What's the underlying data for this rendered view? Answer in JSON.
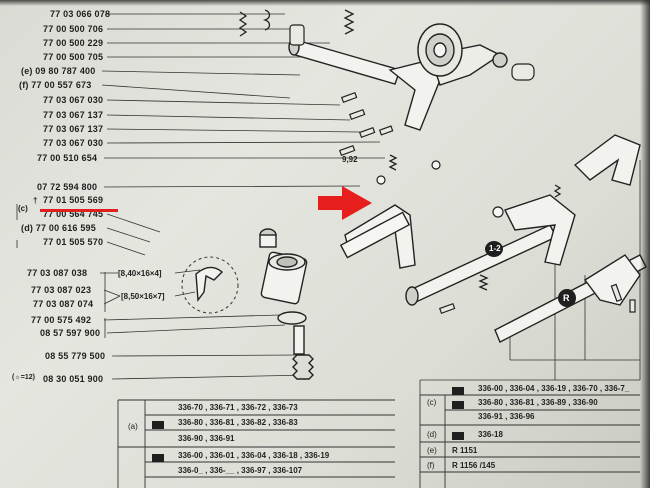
{
  "colors": {
    "paper": "#dfe1da",
    "ink": "#1f1f1f",
    "highlight": "#e0201d"
  },
  "part_numbers_left": [
    "77 03 066 078",
    "77 00 500 706",
    "77 00 500 229",
    "77 00 500 705",
    "(e) 09 80 787 400",
    "(f) 77 00 557 673",
    "77 03 067 030",
    "77 03 067 137",
    "77 03 067 137",
    "77 03 067 030",
    "77 00 510 654"
  ],
  "part_numbers_mid": [
    "07 72 594 800",
    "77 01 505 569",
    "77 00 564 745",
    "(d) 77 00 616 595",
    "77 01 505 570"
  ],
  "group_c_label": "(c)",
  "dagger": "†",
  "part_numbers_low": [
    "77 03 087 038",
    "77 03 087 023",
    "77 03 087 074",
    "77 00 575 492",
    "08 57 597 900",
    "08 55 779 500",
    "08 30 051 900"
  ],
  "dimension_labels": [
    "[8,40×16×4]",
    "[8,50×16×7]"
  ],
  "dimension_992": "9,92",
  "star_prefix": "(☼=12)",
  "shaft_labels": [
    "1-2",
    "R"
  ],
  "table_left": {
    "rows": [
      {
        "tag": "",
        "codes": "336-70 , 336-71 , 336-72 , 336-73"
      },
      {
        "tag": "(a)",
        "codes": "336-80 , 336-81 , 336-82 , 336-83"
      },
      {
        "tag": "",
        "codes": "336-90 , 336-91"
      },
      {
        "tag": "",
        "codes": "336-00 , 336-01 , 336-04 , 336-18 , 336-19"
      },
      {
        "tag": "",
        "codes": "336-0_ , 336-__ , 336-97 , 336-107"
      }
    ]
  },
  "table_right": {
    "rows": [
      {
        "tag": "",
        "codes": "336-00 , 336-04 , 336-19 , 336-70 , 336-7_"
      },
      {
        "tag": "(c)",
        "codes": "336-80 , 336-81 , 336-89 , 336-90"
      },
      {
        "tag": "",
        "codes": "336-91 , 336-96"
      },
      {
        "tag": "(d)",
        "codes": "336-18"
      },
      {
        "tag": "(e)",
        "codes": "R 1151"
      },
      {
        "tag": "(f)",
        "codes": "R 1156 /145"
      }
    ]
  }
}
